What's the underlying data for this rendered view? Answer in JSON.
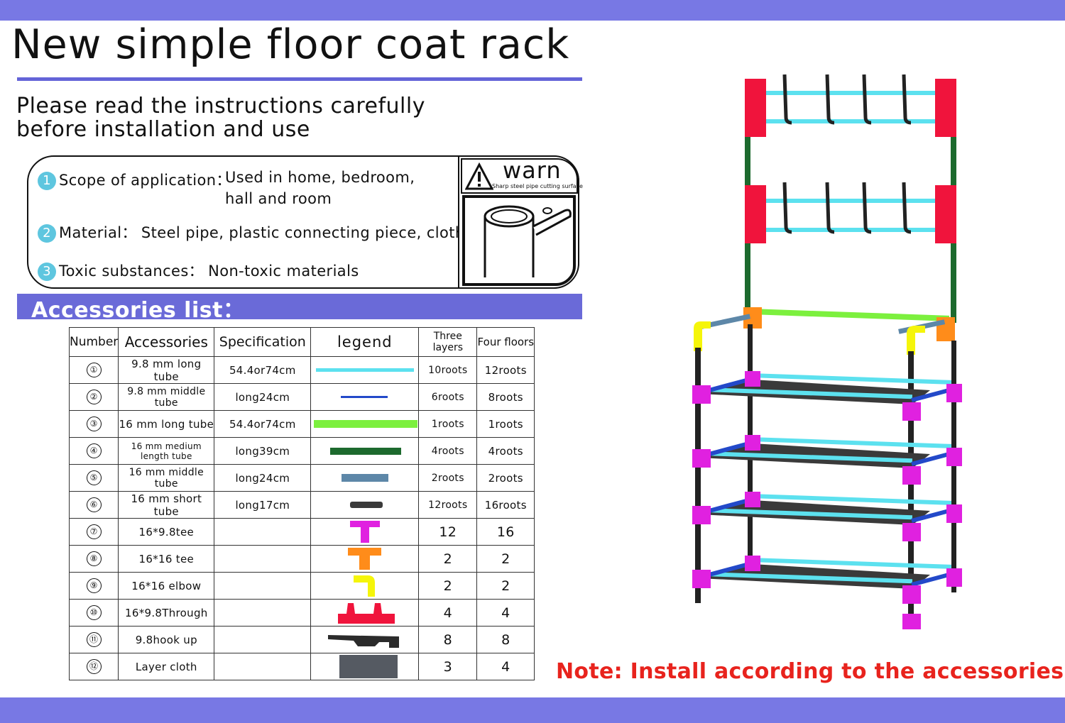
{
  "title": "New simple floor coat rack",
  "intro": {
    "line1": "Please read the instructions carefully",
    "line2": "before installation and use"
  },
  "info": {
    "items": [
      {
        "num": "1",
        "label": "Scope of application：",
        "value": "Used in home, bedroom,",
        "value2": "hall and room"
      },
      {
        "num": "2",
        "label": "Material：",
        "value": "Steel pipe, plastic connecting piece, cloth"
      },
      {
        "num": "3",
        "label": "Toxic substances：",
        "value": "Non-toxic materials"
      }
    ]
  },
  "warning": {
    "word": "warn",
    "subtitle": "Sharp steel pipe cutting surface",
    "icon": "warning-triangle-icon"
  },
  "accessories_title": "Accessories list：",
  "table": {
    "headers": [
      "Number",
      "Accessories",
      "Specification",
      "legend",
      "Three layers",
      "Four floors"
    ],
    "rows": [
      {
        "num": "①",
        "name": "9.8 mm long tube",
        "spec": "54.4or74cm",
        "legend_icon": "light-blue-long-tube",
        "three": "10roots",
        "four": "12roots"
      },
      {
        "num": "②",
        "name": "9.8 mm middle tube",
        "spec": "long24cm",
        "legend_icon": "blue-thin-tube",
        "three": "6roots",
        "four": "8roots"
      },
      {
        "num": "③",
        "name": "16 mm long tube",
        "spec": "54.4or74cm",
        "legend_icon": "green-long-tube",
        "three": "1roots",
        "four": "1roots"
      },
      {
        "num": "④",
        "name": "16 mm medium length tube",
        "spec": "long39cm",
        "legend_icon": "dark-green-tube",
        "three": "4roots",
        "four": "4roots"
      },
      {
        "num": "⑤",
        "name": "16 mm middle tube",
        "spec": "long24cm",
        "legend_icon": "steel-blue-tube",
        "three": "2roots",
        "four": "2roots"
      },
      {
        "num": "⑥",
        "name": "16 mm short tube",
        "spec": "long17cm",
        "legend_icon": "dark-short-tube",
        "three": "12roots",
        "four": "16roots"
      },
      {
        "num": "⑦",
        "name": "16*9.8tee",
        "spec": "",
        "legend_icon": "magenta-tee",
        "three": "12",
        "four": "16"
      },
      {
        "num": "⑧",
        "name": "16*16 tee",
        "spec": "",
        "legend_icon": "orange-tee",
        "three": "2",
        "four": "2"
      },
      {
        "num": "⑨",
        "name": "16*16 elbow",
        "spec": "",
        "legend_icon": "yellow-elbow",
        "three": "2",
        "four": "2"
      },
      {
        "num": "⑩",
        "name": "16*9.8Through",
        "spec": "",
        "legend_icon": "red-through-connector",
        "three": "4",
        "four": "4"
      },
      {
        "num": "⑪",
        "name": "9.8hook up",
        "spec": "",
        "legend_icon": "black-hook",
        "three": "8",
        "four": "8"
      },
      {
        "num": "⑫",
        "name": "Layer cloth",
        "spec": "",
        "legend_icon": "grey-layer-cloth",
        "three": "3",
        "four": "4"
      }
    ]
  },
  "note": "Note: Install according to the accessories list",
  "colors": {
    "band": "#7878e4",
    "accent": "#6a6ad8",
    "note": "#e8231d",
    "cyan": "#5ce1ef",
    "blue": "#2349c9",
    "green": "#7cf03e",
    "dark_green": "#1d6a2e",
    "steel_blue": "#5d87a8",
    "magenta": "#e021e0",
    "orange": "#ff8c1a",
    "yellow": "#f5f50a",
    "red": "#f0143c"
  }
}
